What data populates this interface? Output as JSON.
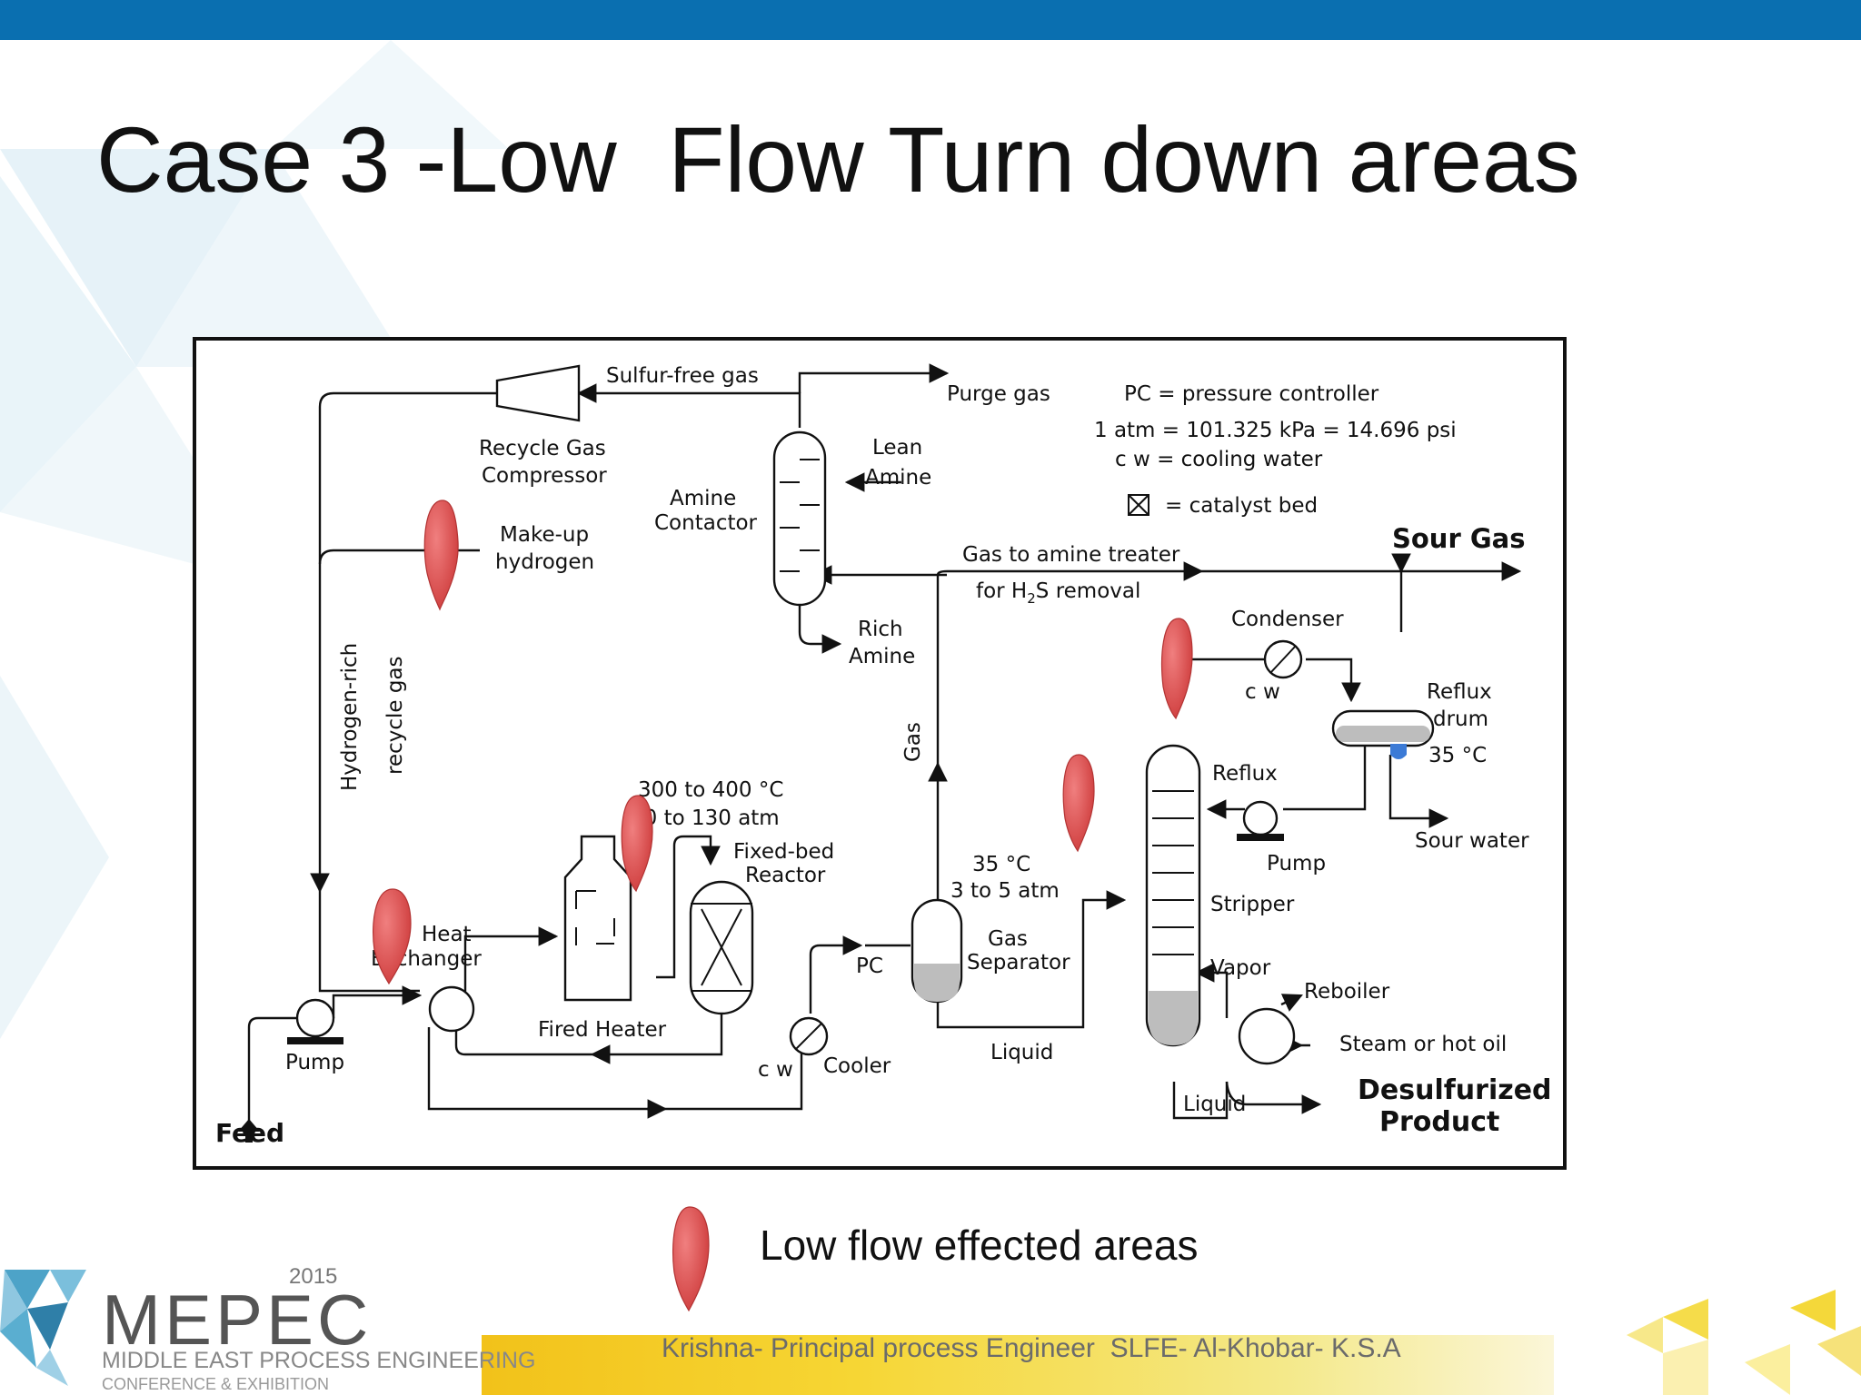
{
  "slide": {
    "title": "Case 3 -Low  Flow Turn down areas",
    "footer_text": "Krishna- Principal process Engineer  SLFE- Al-Khobar- K.S.A",
    "colors": {
      "top_bar": "#0a6fb0",
      "highlight_marker": "#e05a5a",
      "footer_band": "#f2c21a"
    }
  },
  "legend": {
    "label": "Low flow effected areas",
    "icon": "red-marker-icon"
  },
  "logo": {
    "name": "MEPEC",
    "year": "2015",
    "line1": "MIDDLE EAST PROCESS ENGINEERING",
    "line2": "CONFERENCE & EXHIBITION"
  },
  "diagram": {
    "sulfur_free_gas": "Sulfur-free gas",
    "purge_gas": "Purge gas",
    "pc_legend": "PC = pressure controller",
    "atm_legend": "1 atm = 101.325 kPa = 14.696 psi",
    "cw_legend": "c w  = cooling water",
    "catalyst_legend": "= catalyst bed",
    "recycle_gas": "Recycle Gas",
    "compressor": "Compressor",
    "lean": "Lean",
    "amine": "Amine",
    "amine_contactor_1": "Amine",
    "amine_contactor_2": "Contactor",
    "makeup_1": "Make-up",
    "makeup_2": "hydrogen",
    "sour_gas": "Sour Gas",
    "gas_to_amine": "Gas to amine treater",
    "h2s_removal_pre": "for H",
    "h2s_sub": "2",
    "h2s_removal_post": "S removal",
    "rich": "Rich",
    "rich_amine": "Amine",
    "condenser": "Condenser",
    "cw": "c w",
    "reflux_drum_1": "Reflux",
    "reflux_drum_2": "drum",
    "drum_temp": "35 °C",
    "hydrogen_rich": "Hydrogen-rich",
    "recycle_gas_vert": "recycle gas",
    "gas_vert": "Gas",
    "reflux": "Reflux",
    "pump": "Pump",
    "sour_water": "Sour water",
    "reactor_temp": "300 to 400 °C",
    "reactor_press": "30 to 130 atm",
    "fixed_bed_1": "Fixed-bed",
    "fixed_bed_2": "Reactor",
    "sep_temp": "35 °C",
    "sep_press": "3 to 5 atm",
    "stripper": "Stripper",
    "heat_1": "Heat",
    "heat_2": "Exchanger",
    "pc": "PC",
    "gas_sep_1": "Gas",
    "gas_sep_2": "Separator",
    "vapor": "Vapor",
    "reboiler": "Reboiler",
    "fired_heater": "Fired Heater",
    "steam": "Steam or hot oil",
    "cooler": "Cooler",
    "liquid": "Liquid",
    "feed_pump": "Pump",
    "feed": "Feed",
    "desulf_1": "Desulfurized",
    "desulf_2": "Product",
    "bottom_liquid": "Liquid"
  }
}
